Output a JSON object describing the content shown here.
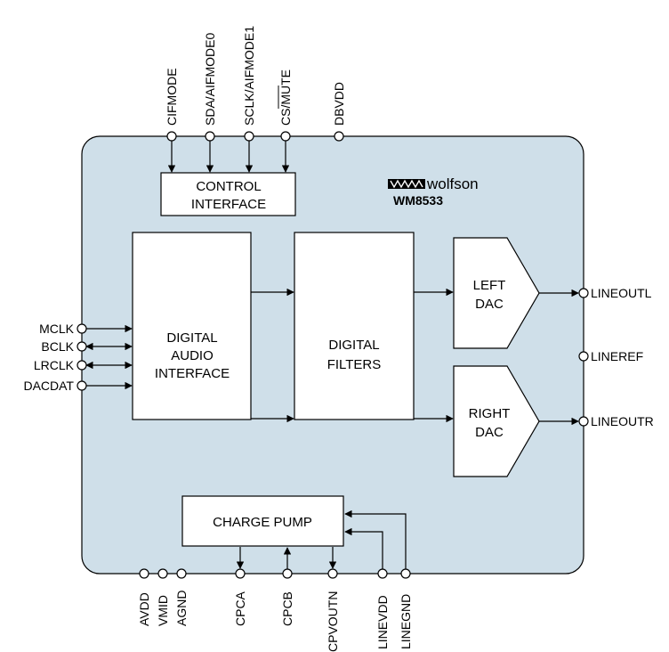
{
  "brand": {
    "name": "wolfson",
    "part_number": "WM8533"
  },
  "blocks": {
    "control_interface": [
      "CONTROL",
      "INTERFACE"
    ],
    "digital_audio_interface": [
      "DIGITAL",
      "AUDIO",
      "INTERFACE"
    ],
    "digital_filters": [
      "DIGITAL",
      "FILTERS"
    ],
    "left_dac": [
      "LEFT",
      "DAC"
    ],
    "right_dac": [
      "RIGHT",
      "DAC"
    ],
    "charge_pump": "CHARGE PUMP"
  },
  "pins": {
    "top": [
      "CIFMODE",
      "SDA/AIFMODE0",
      "SCLK/AIFMODE1",
      "CS/MUTE",
      "DBVDD"
    ],
    "left": [
      "MCLK",
      "BCLK",
      "LRCLK",
      "DACDAT"
    ],
    "right": [
      "LINEOUTL",
      "LINEREF",
      "LINEOUTR"
    ],
    "bottom": [
      "AVDD",
      "VMID",
      "AGND",
      "CPCA",
      "CPCB",
      "CPVOUTN",
      "LINEVDD",
      "LINEGND"
    ]
  }
}
